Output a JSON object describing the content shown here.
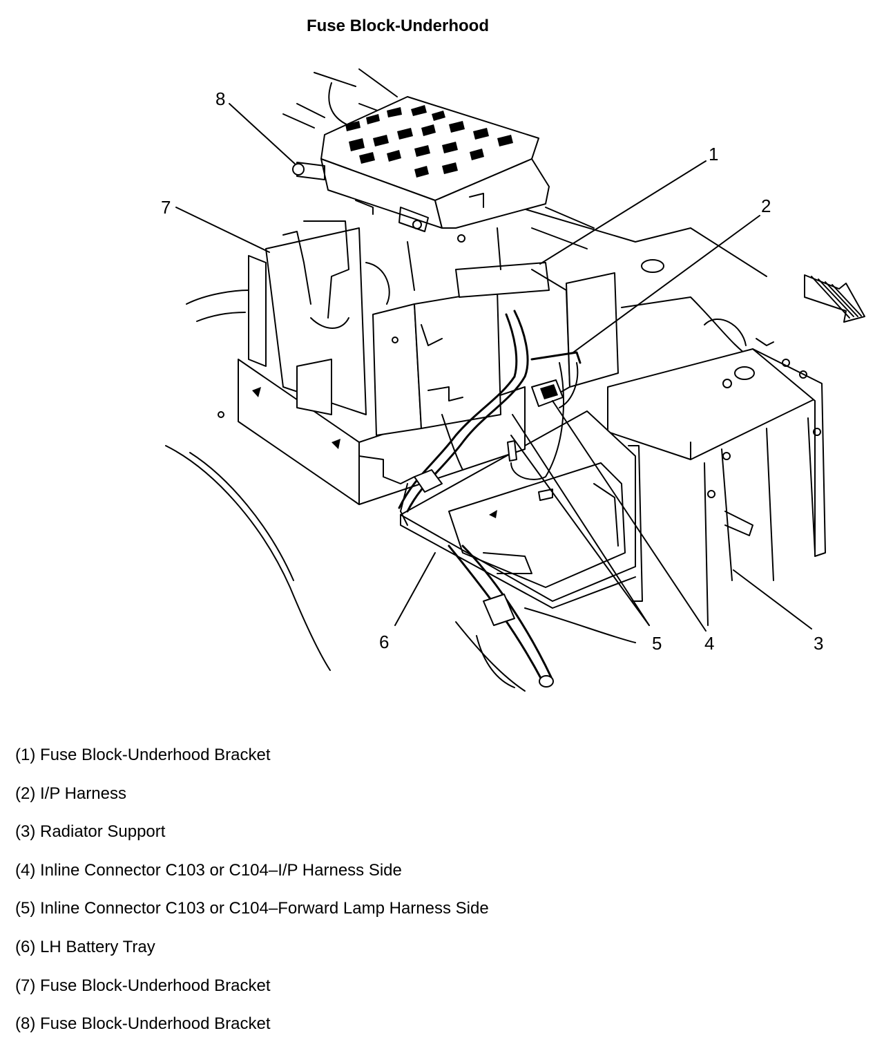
{
  "title": "Fuse Block-Underhood",
  "callouts": [
    "1",
    "2",
    "3",
    "4",
    "5",
    "6",
    "7",
    "8"
  ],
  "legend": [
    "(1) Fuse Block-Underhood Bracket",
    "(2) I/P Harness",
    "(3) Radiator Support",
    "(4) Inline Connector C103 or C104–I/P Harness Side",
    "(5) Inline Connector C103 or C104–Forward Lamp Harness Side",
    "(6) LH Battery Tray",
    "(7) Fuse Block-Underhood Bracket",
    "(8) Fuse Block-Underhood Bracket"
  ]
}
